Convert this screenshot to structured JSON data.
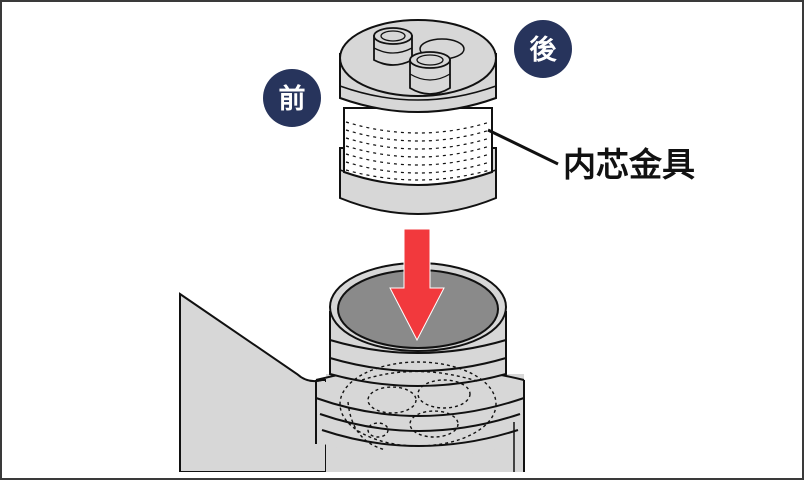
{
  "labels": {
    "front": "前",
    "back": "後",
    "part_name": "内芯金具"
  },
  "colors": {
    "badge_fill": "#27345c",
    "arrow_fill": "#f2393d",
    "container_fill": "#d7d7d7",
    "neck_top_fill": "#8a8a8a",
    "outline": "#111111"
  },
  "icons": {
    "arrow": "down-arrow-icon",
    "badge": "circle-badge"
  }
}
